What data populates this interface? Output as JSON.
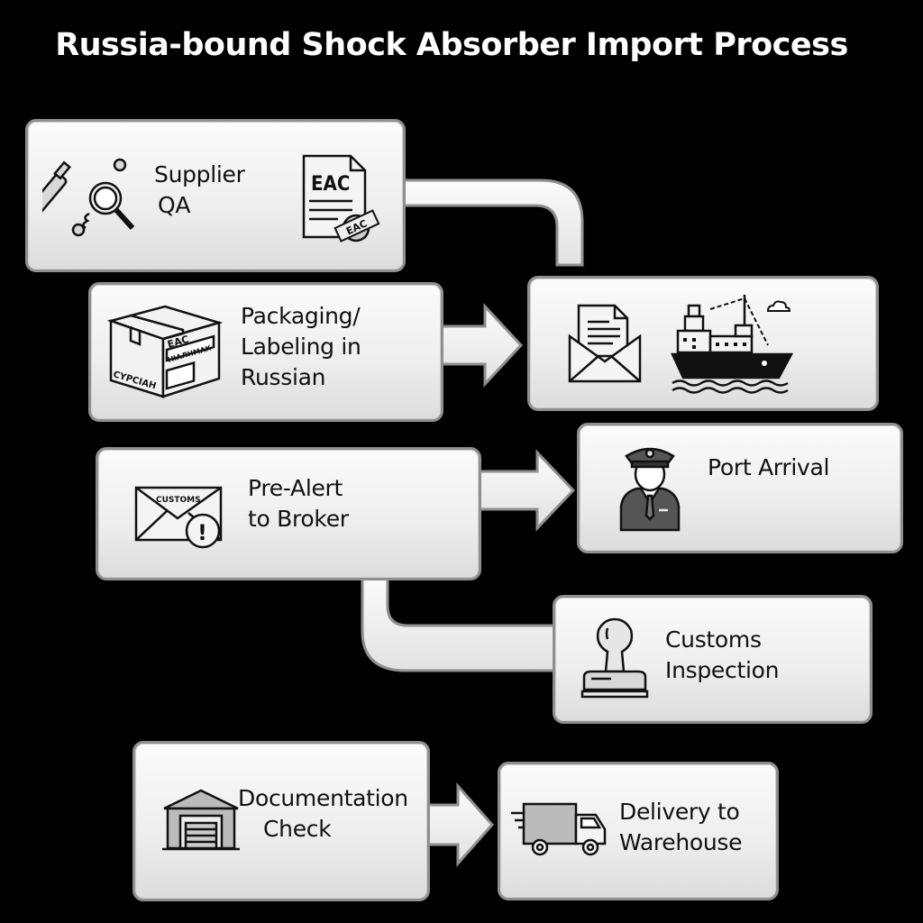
{
  "title": "Russia-bound Shock Absorber Import Process",
  "steps": [
    {
      "id": "supplier-qa",
      "label_lines": [
        "Supplier",
        "QA"
      ],
      "icons": [
        "shock-absorber-magnifier-icon",
        "eac-certificate-icon"
      ],
      "icon_text": {
        "doc": "EAC",
        "stamp": "EAC"
      }
    },
    {
      "id": "packaging-labeling",
      "label_lines": [
        "Packaging/",
        "Labeling in",
        "Russian"
      ],
      "icons": [
        "labeled-box-icon"
      ],
      "icon_text": {
        "top": "EAC",
        "middle": "НІАЛНМАК",
        "side": "CYPCIAH"
      }
    },
    {
      "id": "shipping-docs",
      "label_lines": [],
      "icons": [
        "envelope-document-icon",
        "cargo-ship-icon"
      ]
    },
    {
      "id": "pre-alert",
      "label_lines": [
        "Pre-Alert",
        "to Broker"
      ],
      "icons": [
        "customs-envelope-alert-icon"
      ],
      "icon_text": {
        "envelope": "CUSTOMS",
        "alert": "!"
      }
    },
    {
      "id": "port-arrival",
      "label_lines": [
        "Port Arrival"
      ],
      "icons": [
        "officer-icon"
      ]
    },
    {
      "id": "customs-inspection",
      "label_lines": [
        "Customs",
        "Inspection"
      ],
      "icons": [
        "stamp-icon"
      ]
    },
    {
      "id": "documentation-check",
      "label_lines": [
        "Documentation",
        "Check"
      ],
      "icons": [
        "warehouse-icon"
      ]
    },
    {
      "id": "delivery",
      "label_lines": [
        "Delivery to",
        "Warehouse"
      ],
      "icons": [
        "delivery-truck-icon"
      ]
    }
  ],
  "connections": [
    {
      "from": "supplier-qa",
      "to": "shipping-docs",
      "type": "elbow"
    },
    {
      "from": "packaging-labeling",
      "to": "shipping-docs",
      "type": "arrow"
    },
    {
      "from": "pre-alert",
      "to": "port-arrival",
      "type": "arrow"
    },
    {
      "from": "pre-alert",
      "to": "customs-inspection",
      "type": "elbow"
    },
    {
      "from": "documentation-check",
      "to": "delivery",
      "type": "arrow"
    }
  ]
}
